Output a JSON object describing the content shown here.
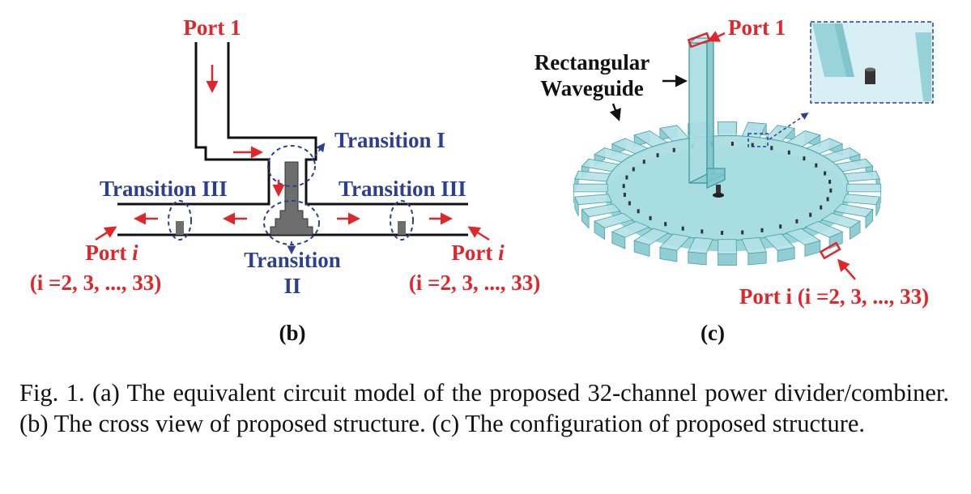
{
  "figure_b": {
    "port1": "Port 1",
    "transition1": "Transition I",
    "transition3_left": "Transition III",
    "transition3_right": "Transition III",
    "transition2_line1": "Transition",
    "transition2_line2": "II",
    "port_i_left": "Port",
    "port_i_left_var": "i",
    "range_left": "(i =2, 3, ..., 33)",
    "port_i_right": "Port",
    "port_i_right_var": "i",
    "range_right": "(i =2, 3, ..., 33)",
    "label": "(b)"
  },
  "figure_c": {
    "port1": "Port 1",
    "waveguide_line1": "Rectangular",
    "waveguide_line2": "Waveguide",
    "port_i": "Port i (i =2, 3, ..., 33)",
    "label": "(c)"
  },
  "caption": "Fig. 1.   (a) The equivalent circuit model of the proposed 32-channel power divider/combiner. (b) The cross view of proposed structure. (c) The configuration of proposed structure.",
  "colors": {
    "port_label": "#e0262b",
    "transition_label": "#2e3f8f",
    "model": "#9fd8de"
  }
}
